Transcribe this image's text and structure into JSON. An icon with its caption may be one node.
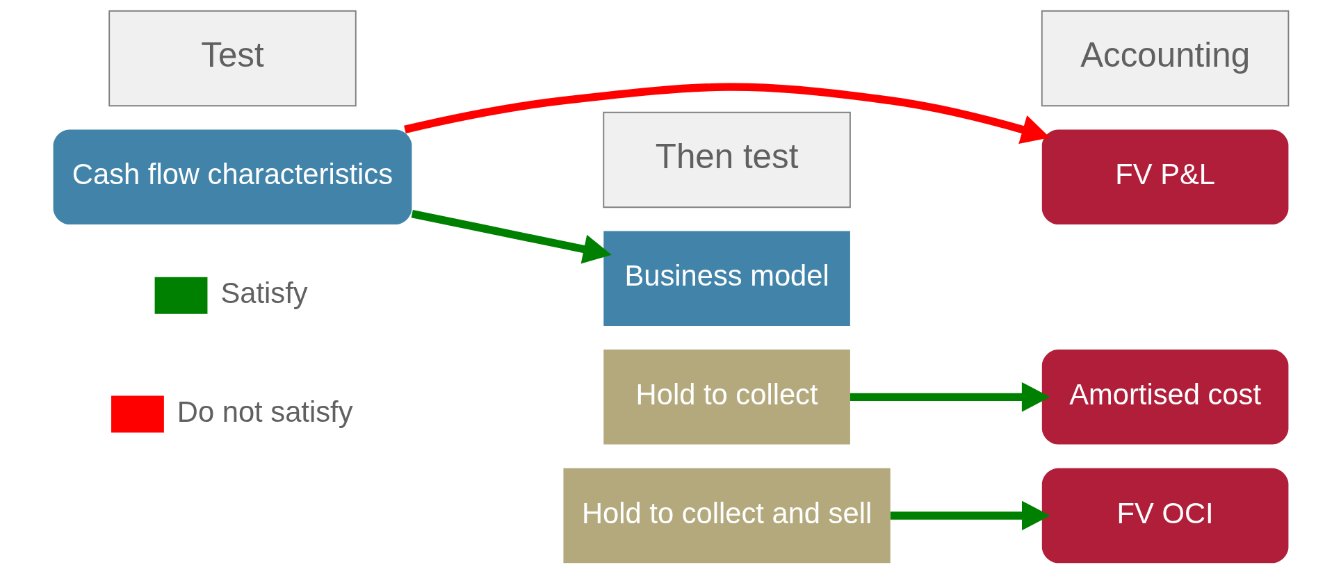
{
  "diagram": {
    "nodes": [
      {
        "text": [
          "Cash flow characteristics"
        ]
      },
      {
        "text": [
          "FV P&L"
        ]
      },
      {
        "text": [
          "Business model"
        ]
      },
      {
        "text": [
          "Hold to collect"
        ]
      },
      {
        "text": [
          "Hold to collect and sell"
        ]
      },
      {
        "text": [
          "Amortised cost"
        ]
      },
      {
        "text": [
          "FV OCI"
        ]
      }
    ],
    "edges": [
      {
        "from": 0,
        "to": 1,
        "arrow": "to",
        "color": "#ff0000"
      },
      {
        "from": 0,
        "to": 2,
        "arrow": "to"
      },
      {
        "from": 3,
        "to": 5,
        "arrow": "to"
      },
      {
        "from": 4,
        "to": 6,
        "arrow": "to"
      }
    ],
    "labels": [
      "Test",
      "Then test",
      "Accounting"
    ],
    "legend": [
      {
        "text": "Satisfy",
        "color": "#008000"
      },
      {
        "text": "Do not satisfy",
        "color": "#ff0000"
      }
    ]
  }
}
